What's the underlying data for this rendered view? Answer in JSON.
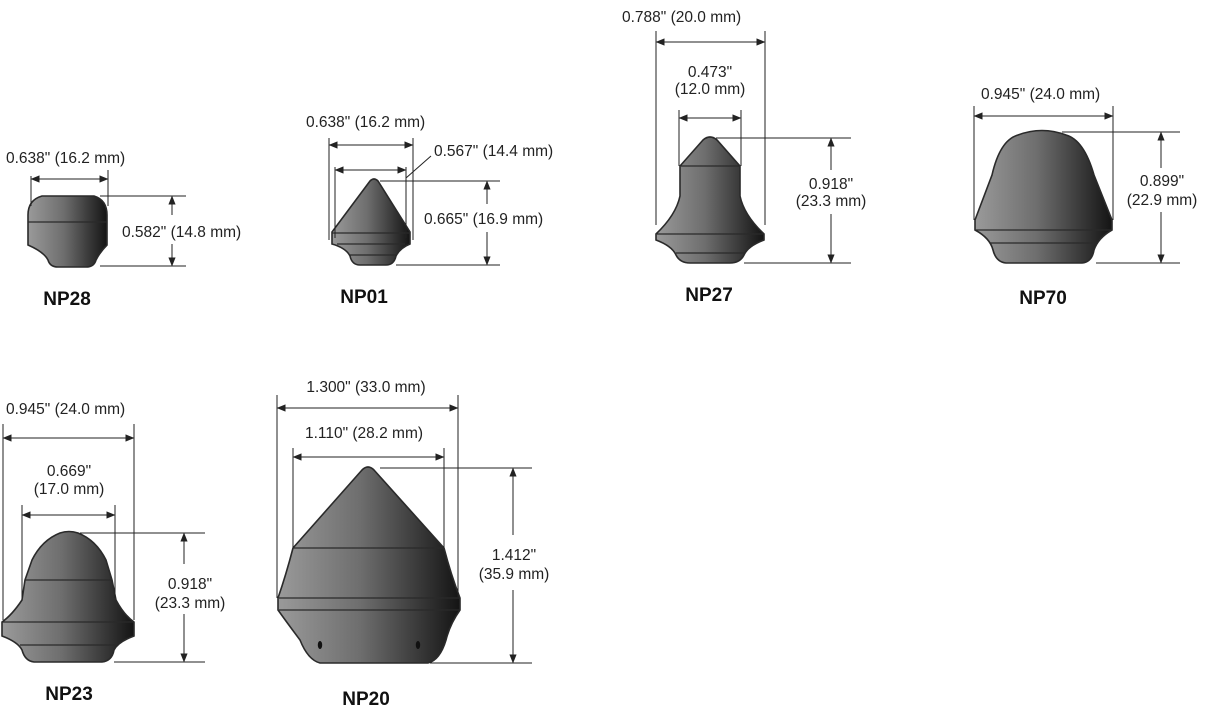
{
  "parts": [
    {
      "id": "np28",
      "label": "NP28",
      "dims": {
        "width": "0.638\" (16.2 mm)",
        "height": "0.582\" (14.8 mm)"
      }
    },
    {
      "id": "np01",
      "label": "NP01",
      "dims": {
        "width": "0.638\" (16.2 mm)",
        "inner": "0.567\" (14.4 mm)",
        "height": "0.665\" (16.9 mm)"
      }
    },
    {
      "id": "np27",
      "label": "NP27",
      "dims": {
        "width": "0.788\" (20.0 mm)",
        "inner_in": "0.473\"",
        "inner_mm": "(12.0 mm)",
        "height_in": "0.918\"",
        "height_mm": "(23.3 mm)"
      }
    },
    {
      "id": "np70",
      "label": "NP70",
      "dims": {
        "width": "0.945\" (24.0 mm)",
        "height_in": "0.899\"",
        "height_mm": "(22.9 mm)"
      }
    },
    {
      "id": "np23",
      "label": "NP23",
      "dims": {
        "width": "0.945\" (24.0 mm)",
        "inner_in": "0.669\"",
        "inner_mm": "(17.0 mm)",
        "height_in": "0.918\"",
        "height_mm": "(23.3 mm)"
      }
    },
    {
      "id": "np20",
      "label": "NP20",
      "dims": {
        "width": "1.300\" (33.0 mm)",
        "inner": "1.110\" (28.2 mm)",
        "height_in": "1.412\"",
        "height_mm": "(35.9 mm)"
      }
    }
  ]
}
